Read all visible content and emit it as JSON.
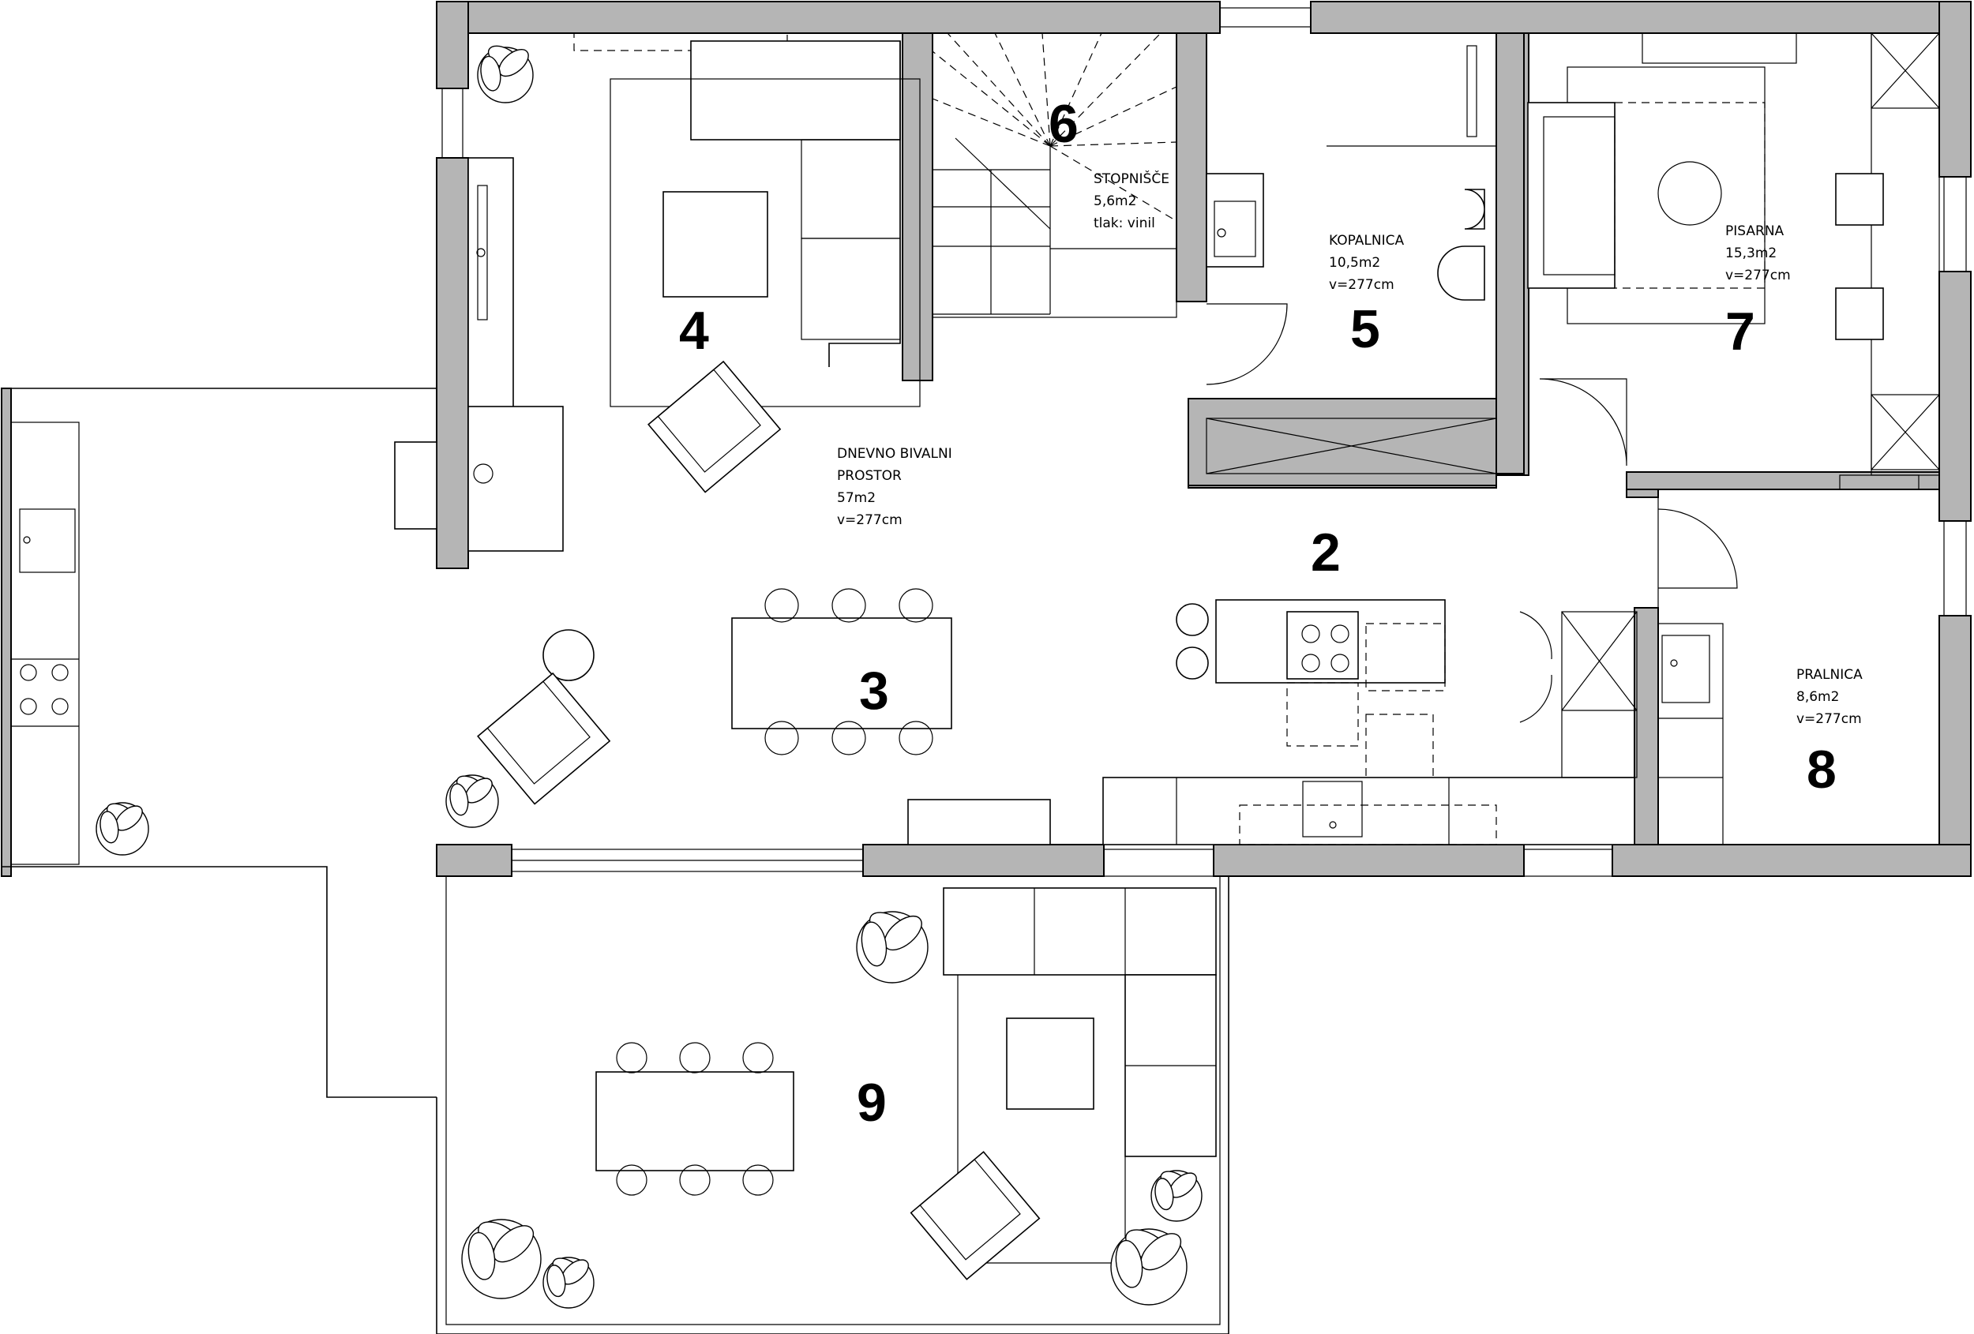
{
  "rooms": [
    {
      "number": "2",
      "name": [],
      "area": "",
      "height": ""
    },
    {
      "number": "3",
      "name": [],
      "area": "",
      "height": ""
    },
    {
      "number": "4",
      "name": [
        "DNEVNO BIVALNI",
        "PROSTOR"
      ],
      "area": "57m2",
      "height": "v=277cm"
    },
    {
      "number": "5",
      "name": [
        "KOPALNICA"
      ],
      "area": "10,5m2",
      "height": "v=277cm"
    },
    {
      "number": "6",
      "name": [
        "STOPNIŠČE"
      ],
      "area": "5,6m2",
      "height": "tlak: vinil"
    },
    {
      "number": "7",
      "name": [
        "PISARNA"
      ],
      "area": "15,3m2",
      "height": "v=277cm"
    },
    {
      "number": "8",
      "name": [
        "PRALNICA"
      ],
      "area": "8,6m2",
      "height": "v=277cm"
    },
    {
      "number": "9",
      "name": [],
      "area": "",
      "height": ""
    }
  ],
  "colors": {
    "wall_fill": "#b5b5b5",
    "line": "#000000",
    "background": "#ffffff"
  }
}
